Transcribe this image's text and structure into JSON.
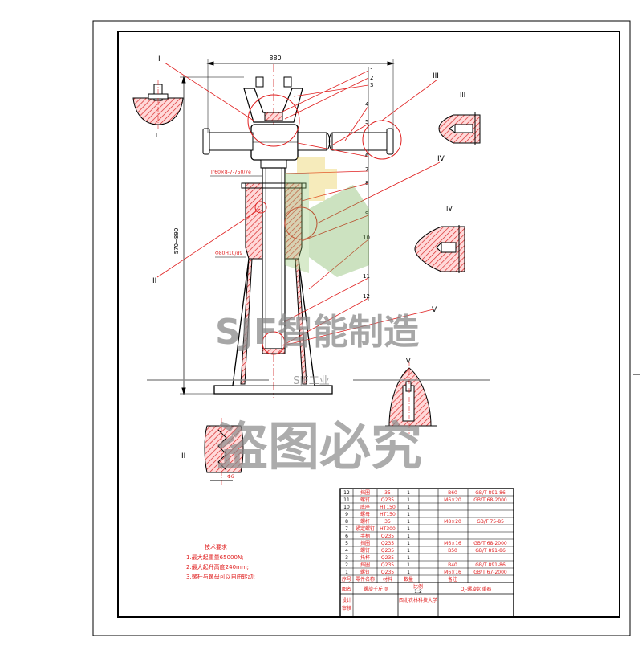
{
  "drawing": {
    "dimensions": {
      "overall_width": "880",
      "height_range": "570~890",
      "thread_callout": "Tr60×8-7-750/7e",
      "bore_callout": "Φ80H10/d9",
      "small_dim": "Φ6"
    },
    "part_numbers": [
      "1",
      "2",
      "3",
      "4",
      "5",
      "6",
      "7",
      "8",
      "9",
      "10",
      "11",
      "12"
    ],
    "view_labels": {
      "view_1": "I",
      "view_2": "II",
      "view_3": "III",
      "view_4": "IV",
      "view_5": "V"
    },
    "technical_requirements": {
      "title": "技术要求",
      "items": [
        "1.最大起重量65000N;",
        "2.最大起升高度240mm;",
        "3.螺杆与螺母可以自由转动;"
      ]
    }
  },
  "watermark": {
    "brand": "SJF智能制造",
    "sub": "SJF工业",
    "warning": "盗图必究"
  },
  "parts_list": {
    "rows": [
      {
        "no": "12",
        "name": "挡圈",
        "material": "35",
        "qty": "1",
        "note": "B60",
        "std": "GB/T 891-86"
      },
      {
        "no": "11",
        "name": "螺钉",
        "material": "Q235",
        "qty": "1",
        "note": "M6×20",
        "std": "GB/T 68-2000"
      },
      {
        "no": "10",
        "name": "底座",
        "material": "HT150",
        "qty": "1",
        "note": "",
        "std": ""
      },
      {
        "no": "9",
        "name": "螺母",
        "material": "HT150",
        "qty": "1",
        "note": "",
        "std": ""
      },
      {
        "no": "8",
        "name": "螺杆",
        "material": "35",
        "qty": "1",
        "note": "M8×20",
        "std": "GB/T 75-85"
      },
      {
        "no": "7",
        "name": "紧定螺钉",
        "material": "HT300",
        "qty": "1",
        "note": "",
        "std": ""
      },
      {
        "no": "6",
        "name": "手柄",
        "material": "Q235",
        "qty": "1",
        "note": "",
        "std": ""
      },
      {
        "no": "5",
        "name": "挡圈",
        "material": "Q235",
        "qty": "1",
        "note": "M6×16",
        "std": "GB/T 68-2000"
      },
      {
        "no": "4",
        "name": "螺钉",
        "material": "Q235",
        "qty": "1",
        "note": "B50",
        "std": "GB/T 891-86"
      },
      {
        "no": "3",
        "name": "托杯",
        "material": "Q235",
        "qty": "1",
        "note": "",
        "std": ""
      },
      {
        "no": "2",
        "name": "挡圈",
        "material": "Q235",
        "qty": "1",
        "note": "B40",
        "std": "GB/T 891-86"
      },
      {
        "no": "1",
        "name": "螺钉",
        "material": "Q235",
        "qty": "1",
        "note": "M6×16",
        "std": "GB/T 67-2000"
      }
    ],
    "header": {
      "no": "序号",
      "name": "零件名称",
      "material": "材料",
      "qty": "数量",
      "note": "备注"
    },
    "title_block": {
      "drawing_name_label": "图名",
      "drawing_name": "螺旋千斤顶",
      "scale_label": "比例",
      "scale_value": "1:2",
      "drawing_no": "QJ-螺旋起重器",
      "school": "西北农林科技大学",
      "drawer_label": "设计",
      "checker_label": "审核"
    }
  },
  "colors": {
    "outline": "#000000",
    "detail_red": "#e02020",
    "section_hatch": "#d82828",
    "watermark_gray": "#8a8a8a",
    "watermark_green": "#6fae4d",
    "watermark_yellow": "#e8c840"
  }
}
